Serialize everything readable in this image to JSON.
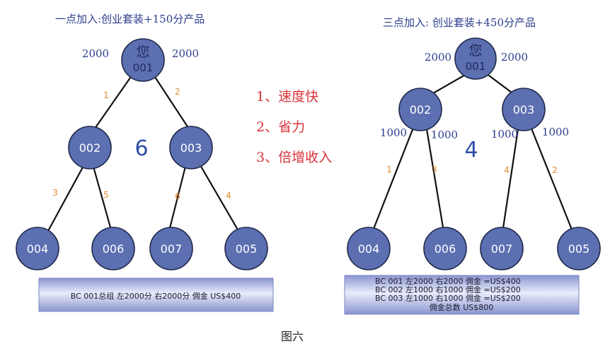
{
  "left_panel": {
    "title": "一点加入:创业套装+150分产品",
    "total": "6",
    "nodes": {
      "n001": {
        "top": "您",
        "bottom": "001"
      },
      "n002": "002",
      "n003": "003",
      "n004": "004",
      "n006": "006",
      "n007": "007",
      "n005": "005"
    },
    "amounts": {
      "left": "2000",
      "right": "2000"
    },
    "edge_labels": {
      "e1": "1",
      "e2": "2",
      "e3": "3",
      "e5": "5",
      "e6": "6",
      "e4": "4"
    },
    "banner": "BC 001总组 左2000分  右2000分  佣金 US$400"
  },
  "right_panel": {
    "title": "三点加入: 创业套装+450分产品",
    "total": "4",
    "nodes": {
      "n001": {
        "top": "您",
        "bottom": "001"
      },
      "n002": "002",
      "n003": "003",
      "n004": "004",
      "n006": "006",
      "n007": "007",
      "n005": "005"
    },
    "amounts": {
      "top_left": "2000",
      "top_right": "2000",
      "n002_left": "1000",
      "n002_right": "1000",
      "n003_left": "1000",
      "n003_right": "1000"
    },
    "edge_labels": {
      "e1": "1",
      "e3": "3",
      "e4": "4",
      "e2": "2"
    },
    "banner": {
      "row1": "BC 001   左2000   右2000   佣金  =US$400",
      "row2": "BC 002   左1000   右1000   佣金  =US$200",
      "row3": "BC 003   左1000   右1000   佣金  =US$200",
      "row4": "佣金总数 US$800"
    }
  },
  "advantages": [
    "1、速度快",
    "2、省力",
    "3、倍增收入"
  ],
  "caption": "图六",
  "colors": {
    "node_fill": "#5b6fb1",
    "node_stroke": "#20284a",
    "edge_label": "#e08a2c",
    "blue_text": "#2c3e8c",
    "red_text": "#d8333a",
    "banner_fill": "#b9c1e6"
  }
}
